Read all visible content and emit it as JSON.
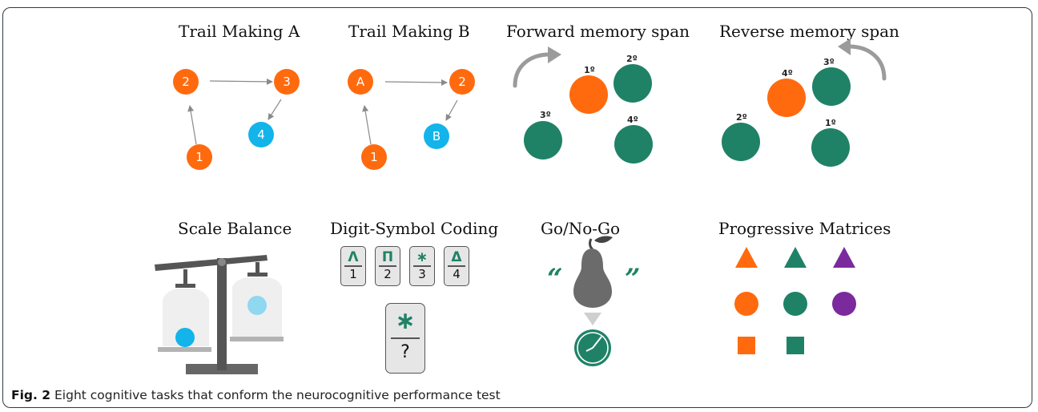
{
  "titles": {
    "trail_a": "Trail Making A",
    "trail_b": "Trail Making B",
    "forward": "Forward memory span",
    "reverse": "Reverse memory span",
    "scale": "Scale Balance",
    "digit": "Digit-Symbol Coding",
    "gonogo": "Go/No-Go",
    "matrices": "Progressive Matrices"
  },
  "trail_a": {
    "n1": "1",
    "n2": "2",
    "n3": "3",
    "n4": "4"
  },
  "trail_b": {
    "n1": "1",
    "a": "A",
    "n2": "2",
    "b": "B"
  },
  "forward": {
    "o1": "1º",
    "o2": "2º",
    "o3": "3º",
    "o4": "4º"
  },
  "reverse": {
    "o1": "1º",
    "o2": "2º",
    "o3": "3º",
    "o4": "4º"
  },
  "digit": {
    "cards": [
      {
        "symbol": "Λ",
        "digit": "1"
      },
      {
        "symbol": "Π",
        "digit": "2"
      },
      {
        "symbol": "∗",
        "digit": "3"
      },
      {
        "symbol": "Δ",
        "digit": "4"
      }
    ],
    "query": {
      "symbol": "∗",
      "digit": "?"
    }
  },
  "gonogo": {
    "open_quote": "“",
    "close_quote": "”"
  },
  "matrices": {
    "missing": "?"
  },
  "caption": {
    "label": "Fig. 2",
    "text": " Eight cognitive tasks that conform the neurocognitive performance test"
  },
  "colors": {
    "orange": "#ff6a0e",
    "green": "#1f8266",
    "blue": "#12b4ea",
    "purple": "#7b2a9e"
  }
}
